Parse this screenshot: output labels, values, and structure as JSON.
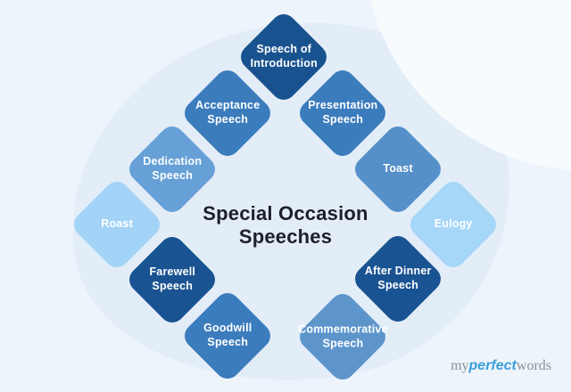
{
  "page": {
    "background": "#edf4fb",
    "blob_center_color": "#e2edf8",
    "blob_topright_color": "#f7fbfe"
  },
  "title": {
    "text": "Special Occasion Speeches",
    "color": "#1e1f28"
  },
  "diamonds": [
    {
      "label": "Speech of Introduction",
      "color": "#19538f"
    },
    {
      "label": "Acceptance Speech",
      "color": "#3b7cbd"
    },
    {
      "label": "Presentation Speech",
      "color": "#3b7cbd"
    },
    {
      "label": "Dedication Speech",
      "color": "#66a0d6"
    },
    {
      "label": "Toast",
      "color": "#5590c8"
    },
    {
      "label": "Roast",
      "color": "#a3d3f7"
    },
    {
      "label": "Eulogy",
      "color": "#a6d6f8"
    },
    {
      "label": "Farewell Speech",
      "color": "#1a5391"
    },
    {
      "label": "After Dinner Speech",
      "color": "#1a5391"
    },
    {
      "label": "Goodwill Speech",
      "color": "#3b7cbd"
    },
    {
      "label": "Commemorative Speech",
      "color": "#5d95cb"
    }
  ],
  "logo": {
    "part1": "my",
    "part2": "perfect",
    "part3": "words",
    "accent_color": "#3aa0d8",
    "gray_color": "#8b8f99"
  }
}
